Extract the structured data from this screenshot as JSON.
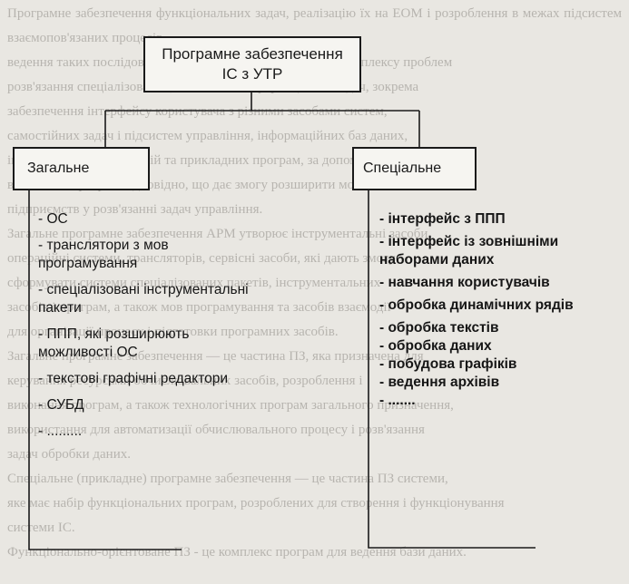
{
  "background_text": [
    "Програмне забезпечення функціональних задач, реалізацію їх на ЕОМ і розроблення в межах підсистем взаємопов'язаних процесів,",
    "ведення таких послідовностей, які дають змогу в рамках комплексу проблем",
    "розв'язання спеціалізованих, комплексів інформаційних задач, зокрема",
    "забезпечення інтерфейсу користувача з різними засобами систем,",
    "самостійних задач і підсистем управління, інформаційних баз даних,",
    "інформаційних технологій та прикладних програм, за допомогою яких",
    "виконання програм відповідно, що дає змогу розширити можливості",
    "підприємств у розв'язанні задач управління.",
    "Загальне програмне забезпечення АРМ утворює інструментальні засоби,",
    "операційні системи, трансляторів, сервісні засоби, які дають змогу",
    "сформувати системи спеціалізованих пакетів, інструментальних",
    "засобів і програм, а також мов програмування та засобів взаємодії",
    "для організації процесу і підготовки програмних засобів.",
    "Загальне програмне забезпечення — це частина ПЗ, яка призначена для",
    "керування ресурсами обчислювальних засобів, розроблення і",
    "виконання програм, а також технологічних програм загального призначення,",
    "використання для автоматизації обчислювального процесу і розв'язання",
    "задач обробки даних.",
    "Спеціальне (прикладне) програмне забезпечення — це частина ПЗ системи,",
    "яке має набір функціональних програм, розроблених для створення і функціонування",
    "системи ІС.",
    "Функціонально-орієнтоване ПЗ - це комплекс програм для ведення бази даних."
  ],
  "root": {
    "line1": "Програмне забезпечення",
    "line2": "ІС з УТР"
  },
  "left": {
    "title": "Загальне",
    "items": [
      "- ОС",
      "- транслятори з мов програмування",
      "- спеціалізовані інструментальні пакети",
      "- ППП, які розширюють можливості ОС",
      "- текстові графічні редактори",
      "- СУБД",
      "- ........."
    ]
  },
  "right": {
    "title": "Спеціальне",
    "items": [
      "- інтерфейс з ППП",
      "- інтерфейс із зовнішніми наборами даних",
      "- навчання користувачів",
      "- обробка динамічних рядів",
      "- обробка текстів",
      "- обробка даних",
      "- побудова графіків",
      "- ведення архівів",
      "- ......."
    ]
  }
}
